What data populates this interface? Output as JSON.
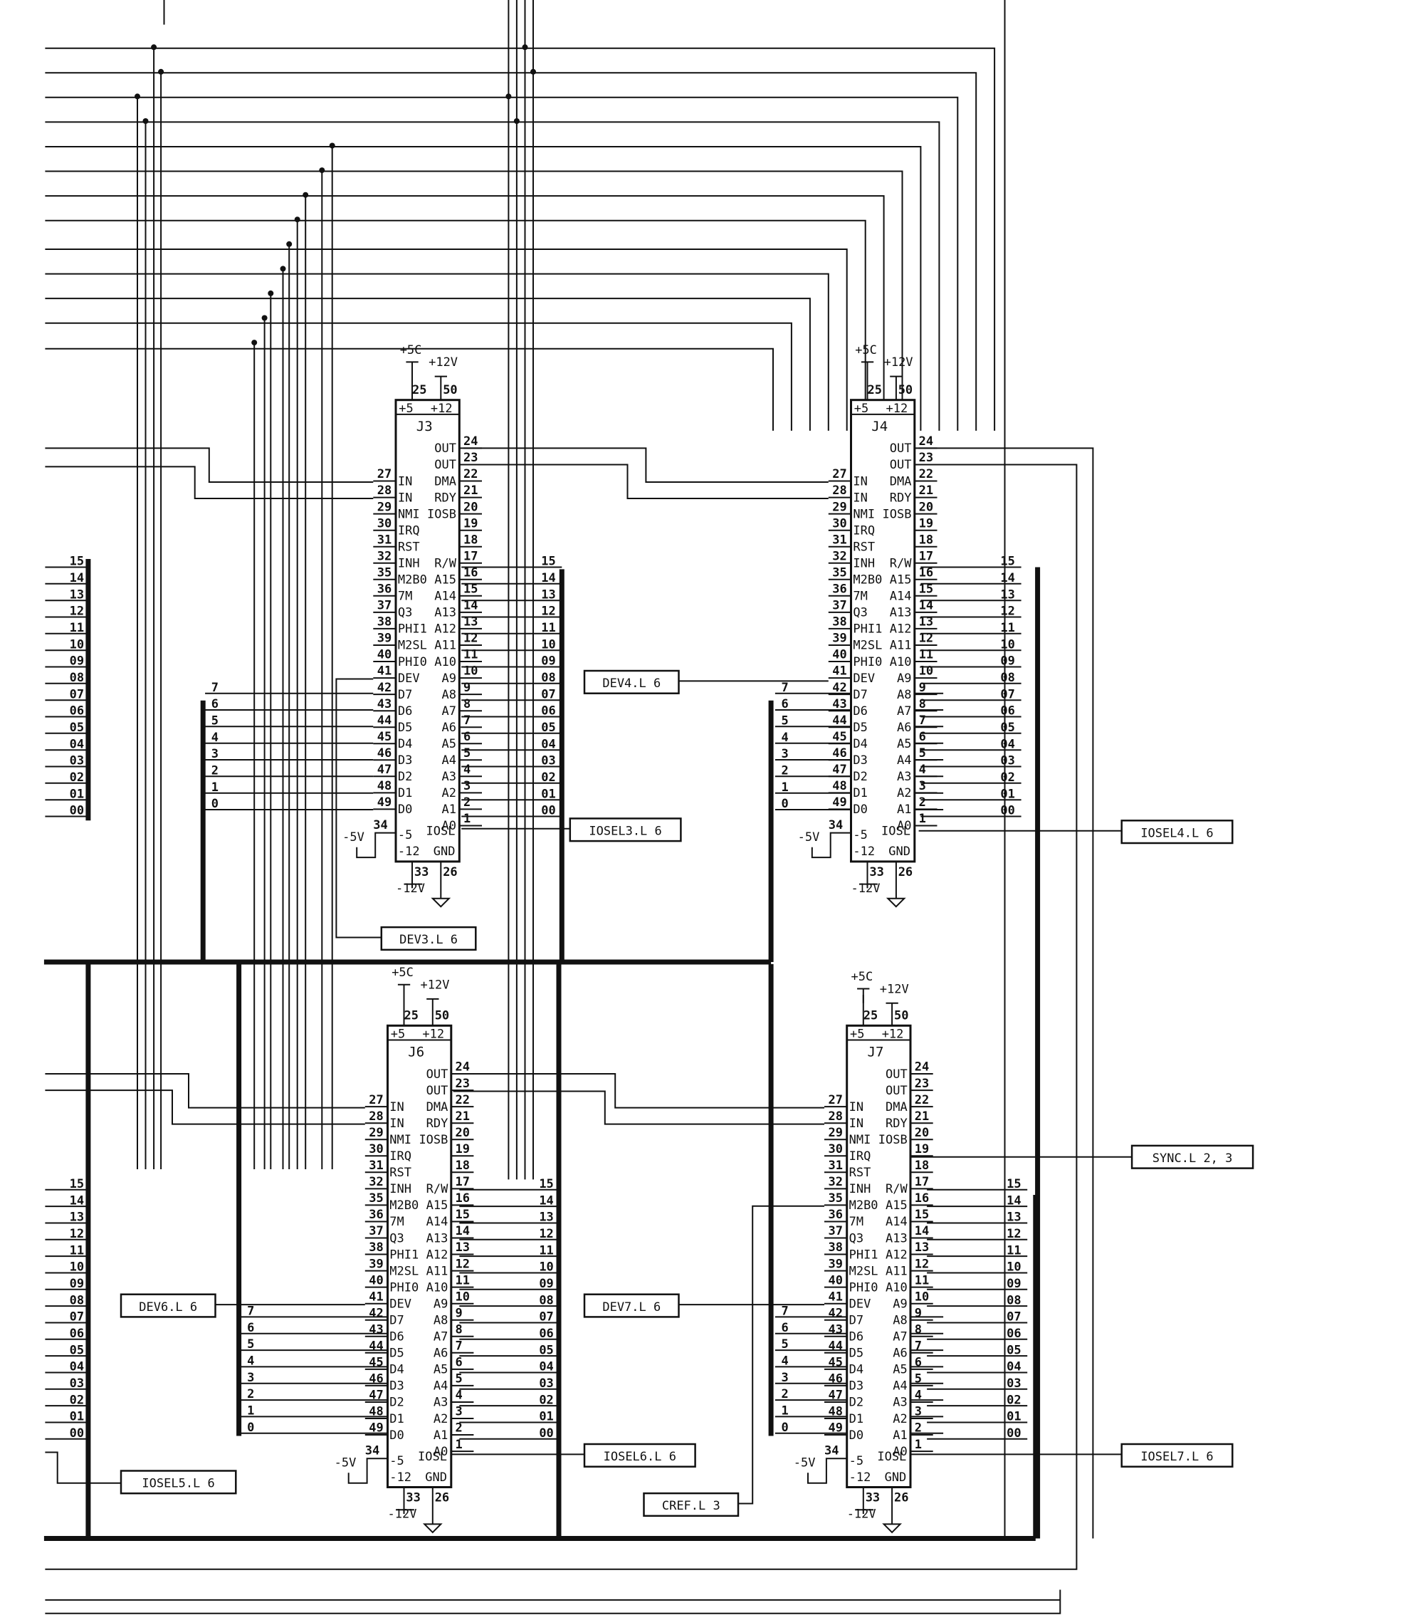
{
  "connectors": [
    {
      "ref": "J3",
      "vplus5": "+5C",
      "vplus12": "+12V",
      "vminus5": "-5V",
      "vminus12": "-12V"
    },
    {
      "ref": "J4",
      "vplus5": "+5C",
      "vplus12": "+12V",
      "vminus5": "-5V",
      "vminus12": "-12V"
    },
    {
      "ref": "J6",
      "vplus5": "+5C",
      "vplus12": "+12V",
      "vminus5": "-5V",
      "vminus12": "-12V"
    },
    {
      "ref": "J7",
      "vplus5": "+5C",
      "vplus12": "+12V",
      "vminus5": "-5V",
      "vminus12": "-12V"
    }
  ],
  "top_pins": {
    "p5": "25",
    "p12": "50",
    "n5": "+5",
    "n12": "+12"
  },
  "left_pins": [
    {
      "num": "27",
      "name": "IN"
    },
    {
      "num": "28",
      "name": "IN"
    },
    {
      "num": "29",
      "name": "NMI"
    },
    {
      "num": "30",
      "name": "IRQ"
    },
    {
      "num": "31",
      "name": "RST"
    },
    {
      "num": "32",
      "name": "INH"
    },
    {
      "num": "35",
      "name": "M2B0"
    },
    {
      "num": "36",
      "name": "7M"
    },
    {
      "num": "37",
      "name": "Q3"
    },
    {
      "num": "38",
      "name": "PHI1"
    },
    {
      "num": "39",
      "name": "M2SL"
    },
    {
      "num": "40",
      "name": "PHI0"
    },
    {
      "num": "41",
      "name": "DEV"
    },
    {
      "num": "42",
      "name": "D7"
    },
    {
      "num": "43",
      "name": "D6"
    },
    {
      "num": "44",
      "name": "D5"
    },
    {
      "num": "45",
      "name": "D4"
    },
    {
      "num": "46",
      "name": "D3"
    },
    {
      "num": "47",
      "name": "D2"
    },
    {
      "num": "48",
      "name": "D1"
    },
    {
      "num": "49",
      "name": "D0"
    }
  ],
  "right_pins": [
    {
      "num": "24",
      "name": "OUT"
    },
    {
      "num": "23",
      "name": "OUT"
    },
    {
      "num": "22",
      "name": "DMA"
    },
    {
      "num": "21",
      "name": "RDY"
    },
    {
      "num": "20",
      "name": "IOSB"
    },
    {
      "num": "19",
      "name": ""
    },
    {
      "num": "18",
      "name": ""
    },
    {
      "num": "17",
      "name": "R/W"
    },
    {
      "num": "16",
      "name": "A15"
    },
    {
      "num": "15",
      "name": "A14"
    },
    {
      "num": "14",
      "name": "A13"
    },
    {
      "num": "13",
      "name": "A12"
    },
    {
      "num": "12",
      "name": "A11"
    },
    {
      "num": "11",
      "name": "A10"
    },
    {
      "num": "10",
      "name": "A9"
    },
    {
      "num": "9",
      "name": "A8"
    },
    {
      "num": "8",
      "name": "A7"
    },
    {
      "num": "7",
      "name": "A6"
    },
    {
      "num": "6",
      "name": "A5"
    },
    {
      "num": "5",
      "name": "A4"
    },
    {
      "num": "4",
      "name": "A3"
    },
    {
      "num": "3",
      "name": "A2"
    },
    {
      "num": "2",
      "name": "A1"
    },
    {
      "num": "1",
      "name": "A0"
    }
  ],
  "bottom_pins": {
    "m5num": "34",
    "m5name": "-5",
    "iosl": "IOSL",
    "m12": "-12",
    "gnd": "GND",
    "p33": "33",
    "p26": "26"
  },
  "addr_bits": [
    "15",
    "14",
    "13",
    "12",
    "11",
    "10",
    "09",
    "08",
    "07",
    "06",
    "05",
    "04",
    "03",
    "02",
    "01",
    "00"
  ],
  "data_bits": [
    "7",
    "6",
    "5",
    "4",
    "3",
    "2",
    "1",
    "0"
  ],
  "signal_labels": {
    "iosel3": "IOSEL3.L 6",
    "iosel4": "IOSEL4.L 6",
    "iosel5": "IOSEL5.L 6",
    "iosel6": "IOSEL6.L 6",
    "iosel7": "IOSEL7.L 6",
    "dev3": "DEV3.L 6",
    "dev4": "DEV4.L 6",
    "dev6": "DEV6.L 6",
    "dev7": "DEV7.L 6",
    "sync": "SYNC.L 2, 3",
    "cref": "CREF.L 3"
  }
}
